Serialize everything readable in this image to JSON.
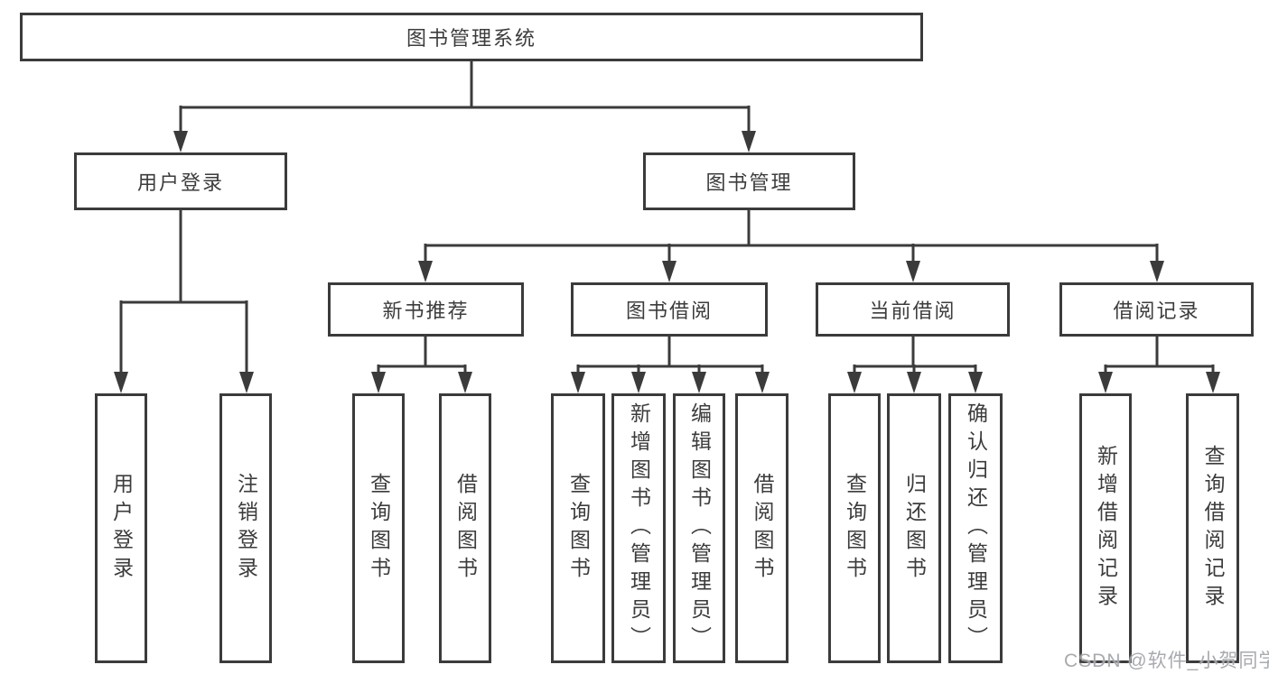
{
  "tree": {
    "root": "图书管理系统",
    "branches": [
      {
        "label": "用户登录",
        "children": [
          "用户登录",
          "注销登录"
        ]
      },
      {
        "label": "图书管理",
        "groups": [
          {
            "label": "新书推荐",
            "children": [
              "查询图书",
              "借阅图书"
            ]
          },
          {
            "label": "图书借阅",
            "children": [
              "查询图书",
              "新增图书（管理员）",
              "编辑图书（管理员）",
              "借阅图书"
            ]
          },
          {
            "label": "当前借阅",
            "children": [
              "查询图书",
              "归还图书",
              "确认归还（管理员）"
            ]
          },
          {
            "label": "借阅记录",
            "children": [
              "新增借阅记录",
              "查询借阅记录"
            ]
          }
        ]
      }
    ]
  },
  "watermark": "CSDN @软件_小贺同学",
  "colors": {
    "line": "#3b3b3b",
    "text": "#3c3c3c",
    "box_background": "#ffffff",
    "page_background": "#ffffff",
    "watermark": "#a0a3a8"
  }
}
